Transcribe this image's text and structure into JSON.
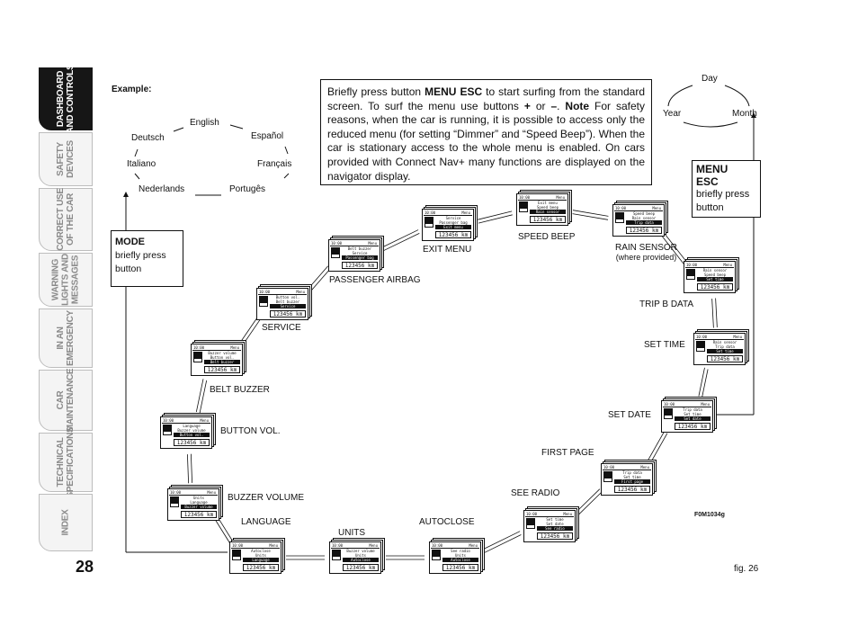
{
  "sidebar": {
    "tabs": [
      {
        "label": "DASHBOARD\nAND CONTROLS"
      },
      {
        "label": "SAFETY\nDEVICES"
      },
      {
        "label": "CORRECT USE\nOF THE CAR"
      },
      {
        "label": "WARNING\nLIGHTS AND\nMESSAGES"
      },
      {
        "label": "IN AN\nEMERGENCY"
      },
      {
        "label": "CAR\nMAINTENANCE"
      },
      {
        "label": "TECHNICAL\nSPECIFICATIONS"
      },
      {
        "label": "INDEX"
      }
    ]
  },
  "page_number": "28",
  "example_label": "Example:",
  "languages": {
    "english": "English",
    "espanol": "Español",
    "deutsch": "Deutsch",
    "italiano": "Italiano",
    "francais": "Français",
    "nederlands": "Nederlands",
    "portugues": "Portugês"
  },
  "date_cycle": {
    "day": "Day",
    "year": "Year",
    "month": "Month"
  },
  "info_text": {
    "part1": "Briefly press button ",
    "menu_esc": "MENU ESC",
    "part2": " to start surfing from the standard screen. To surf the menu use buttons ",
    "plus": "+",
    "or": " or ",
    "minus": "–",
    "dot": ". ",
    "note": "Note",
    "part3": " For safety reasons, when the car is running, it is possible to access only the reduced menu (for setting “Dimmer” and “Speed Beep”). When the car is stationary access to the whole menu is enabled. On cars provided with Connect Nav+ many functions are displayed on the navigator display."
  },
  "mode_box": {
    "title": "MODE",
    "text": "briefly press button"
  },
  "menu_esc_box": {
    "title": "MENU\nESC",
    "text": "briefly press button"
  },
  "display_common": {
    "time": "10:00",
    "menu": "Menu",
    "odometer": "123456"
  },
  "menu_items": [
    {
      "label": "LANGUAGE",
      "lines": [
        "Autoclose",
        "Units",
        "Language"
      ]
    },
    {
      "label": "UNITS",
      "lines": [
        "Buzzer volume",
        "Units",
        "Autoclose"
      ]
    },
    {
      "label": "AUTOCLOSE",
      "lines": [
        "See radio",
        "Units",
        "Autoclose"
      ]
    },
    {
      "label": "SEE RADIO",
      "lines": [
        "Set time",
        "Set date",
        "See radio"
      ]
    },
    {
      "label": "FIRST PAGE",
      "lines": [
        "Trip data",
        "Set time",
        "First page"
      ]
    },
    {
      "label": "SET DATE",
      "lines": [
        "Trip data",
        "Set time",
        "Set date"
      ]
    },
    {
      "label": "SET TIME",
      "lines": [
        "Rain sensor",
        "Trip data",
        "Set time"
      ]
    },
    {
      "label": "TRIP B DATA",
      "lines": [
        "Rain sensor",
        "Speed beep",
        "Set time"
      ]
    },
    {
      "label": "RAIN SENSOR",
      "sublabel": "(where provided)",
      "lines": [
        "Speed beep",
        "Rain sensor",
        "Trip data"
      ]
    },
    {
      "label": "SPEED BEEP",
      "lines": [
        "Exit menu",
        "Speed beep",
        "Rain sensor"
      ]
    },
    {
      "label": "EXIT MENU",
      "lines": [
        "Service",
        "Passenger bag",
        "Exit menu"
      ]
    },
    {
      "label": "PASSENGER AIRBAG",
      "lines": [
        "Belt buzzer",
        "Service",
        "Passenger bag"
      ]
    },
    {
      "label": "SERVICE",
      "lines": [
        "Button vol.",
        "Belt buzzer",
        "Service"
      ]
    },
    {
      "label": "BELT BUZZER",
      "lines": [
        "Buzzer volume",
        "Button vol.",
        "Belt buzzer"
      ]
    },
    {
      "label": "BUTTON VOL.",
      "lines": [
        "Language",
        "Buzzer volume",
        "Button vol."
      ]
    },
    {
      "label": "BUZZER VOLUME",
      "lines": [
        "Units",
        "Language",
        "Buzzer volume"
      ]
    }
  ],
  "figure_code": "F0M1034g",
  "figure_label": "fig. 26"
}
